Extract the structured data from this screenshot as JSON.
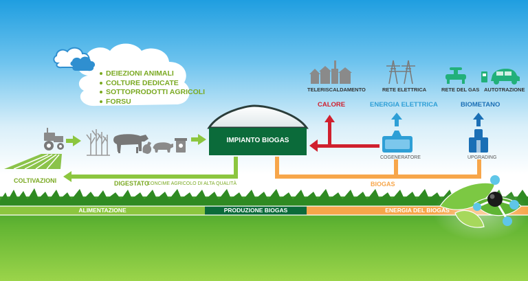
{
  "sources": {
    "items": [
      "DEIEZIONI ANIMALI",
      "COLTURE DEDICATE",
      "SOTTOPRODOTTI AGRICOLI",
      "FORSU"
    ]
  },
  "plant": {
    "label": "IMPIANTO BIOGAS"
  },
  "flows": {
    "digestato_title": "DIGESTATO",
    "digestato_sub": "CONCIME AGRICOLO DI ALTA QUALITÀ",
    "coltivazioni": "COLTIVAZIONI",
    "biogas": "BIOGAS"
  },
  "outputs": {
    "teleriscaldamento": "TELERISCALDAMENTO",
    "rete_elettrica": "RETE ELETTRICA",
    "rete_gas": "RETE DEL GAS",
    "autotrazione": "AUTOTRAZIONE",
    "calore": "CALORE",
    "energia_elettrica": "ENERGIA ELETTRICA",
    "biometano": "BIOMETANO",
    "cogeneratore": "COGENERATORE",
    "upgrading": "UPGRADING"
  },
  "bar": {
    "alimentazione": "ALIMENTAZIONE",
    "produzione": "PRODUZIONE BIOGAS",
    "energia": "ENERGIA DEL BIOGAS"
  },
  "colors": {
    "green_arrow": "#8cc63f",
    "orange_arrow": "#f7a64a",
    "red_arrow": "#d0202e",
    "blue_arrow": "#2e9fd6",
    "dark_green": "#0b6b3a",
    "biometano_blue": "#1b6fb5"
  }
}
